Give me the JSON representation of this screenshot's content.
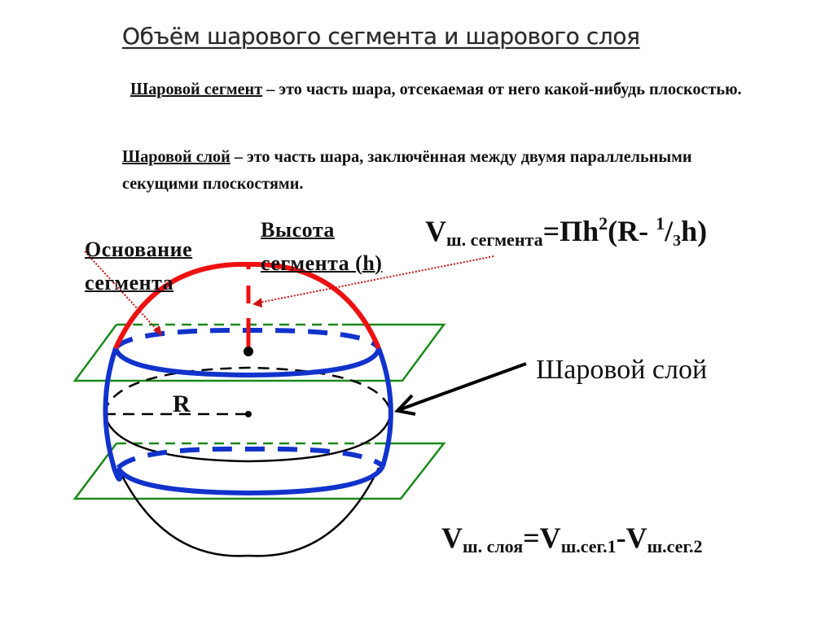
{
  "slide": {
    "title": "Объём шарового сегмента и шарового слоя",
    "definitions": [
      {
        "term": "Шаровой сегмент",
        "text": " – это часть шара, отсекаемая от него какой-нибудь плоскостью."
      },
      {
        "term": "Шаровой слой",
        "text": " – это часть шара, заключённая между двумя параллельными секущими плоскостями."
      }
    ],
    "labels": {
      "segment_base_line1": "Основание",
      "segment_base_line2": "сегмента",
      "segment_height_line1": "Высота",
      "segment_height_line2": "сегмента (h)",
      "radius": "R",
      "spherical_layer": "Шаровой слой"
    },
    "formulas": {
      "segment_volume": {
        "lhs": "V",
        "lhs_sub": "ш. сегмента",
        "rhs_prefix": "=Пh",
        "rhs_sup": "2",
        "rhs_mid": "(R- ",
        "frac_num": "1",
        "frac_slash": "/",
        "frac_den": "3",
        "rhs_end": "h)"
      },
      "layer_volume": {
        "lhs": "V",
        "lhs_sub": "ш. слоя",
        "eq": "=V",
        "sub1": "ш.сег.1",
        "minus": "-V",
        "sub2": "ш.сег.2"
      }
    },
    "colors": {
      "segment_arc": "#ee1111",
      "layer_outline": "#1133cc",
      "planes": "#1a8a1a",
      "sphere_outline": "#000000",
      "leader_lines": "#cc1111"
    }
  }
}
